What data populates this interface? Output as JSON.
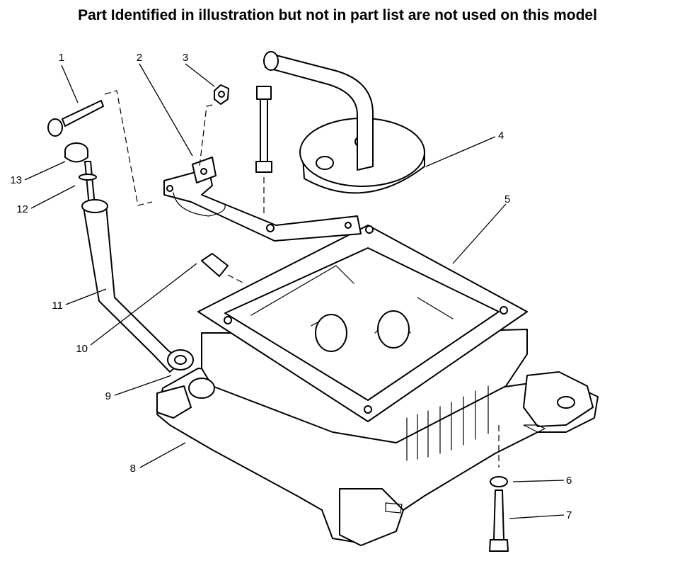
{
  "header": {
    "note": "Part Identified in illustration but not in part list are not used on this model"
  },
  "callouts": [
    "1",
    "2",
    "3",
    "4",
    "5",
    "6",
    "7",
    "8",
    "9",
    "10",
    "11",
    "12",
    "13"
  ]
}
